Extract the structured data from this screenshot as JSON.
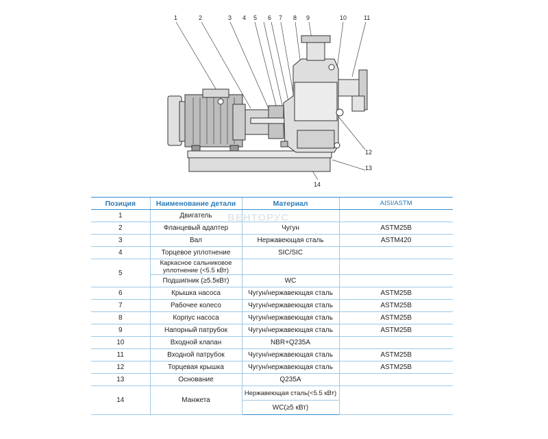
{
  "callouts": [
    "1",
    "2",
    "3",
    "4",
    "5",
    "6",
    "7",
    "8",
    "9",
    "10",
    "11",
    "12",
    "13",
    "14"
  ],
  "watermark": "ВЕНТОРУС",
  "headers": [
    "Позиция",
    "Наименование детали",
    "Материал",
    "AISI/ASTM"
  ],
  "rows": [
    {
      "pos": "1",
      "name": "Двигатель",
      "material": "",
      "astm": ""
    },
    {
      "pos": "2",
      "name": "Фланцевый адаптер",
      "material": "Чугун",
      "astm": "ASTM25B"
    },
    {
      "pos": "3",
      "name": "Вал",
      "material": "Нержавеющая сталь",
      "astm": "ASTM420"
    },
    {
      "pos": "4",
      "name": "Торцевое уплотнение",
      "material": "SIC/SIC",
      "astm": ""
    },
    {
      "pos": "5",
      "name": "Каркасное сальниковое уплотнение (<5.5 кВт)",
      "material": "",
      "astm": ""
    },
    {
      "pos": "",
      "name": "Подшипник (≥5.5кВт)",
      "material": "WC",
      "astm": ""
    },
    {
      "pos": "6",
      "name": "Крышка насоса",
      "material": "Чугун/нержавеющая сталь",
      "astm": "ASTM25B"
    },
    {
      "pos": "7",
      "name": "Рабочее колесо",
      "material": "Чугун/нержавеющая сталь",
      "astm": "ASTM25B"
    },
    {
      "pos": "8",
      "name": "Корпус насоса",
      "material": "Чугун/нержавеющая сталь",
      "astm": "ASTM25B"
    },
    {
      "pos": "9",
      "name": "Напорный патрубок",
      "material": "Чугун/нержавеющая сталь",
      "astm": "ASTM25B"
    },
    {
      "pos": "10",
      "name": "Входной клапан",
      "material": "NBR+Q235A",
      "astm": ""
    },
    {
      "pos": "11",
      "name": "Входной патрубок",
      "material": "Чугун/нержавеющая сталь",
      "astm": "ASTM25B"
    },
    {
      "pos": "12",
      "name": "Торцевая крышка",
      "material": "Чугун/нержавеющая сталь",
      "astm": "ASTM25B"
    },
    {
      "pos": "13",
      "name": "Основание",
      "material": "Q235A",
      "astm": ""
    },
    {
      "pos": "14",
      "name": "Манжета",
      "material": "Нержавеющая сталь(<5.5 кВт)",
      "astm": ""
    },
    {
      "pos": "",
      "name": "",
      "material": "WC(≥5 кВт)",
      "astm": ""
    }
  ]
}
